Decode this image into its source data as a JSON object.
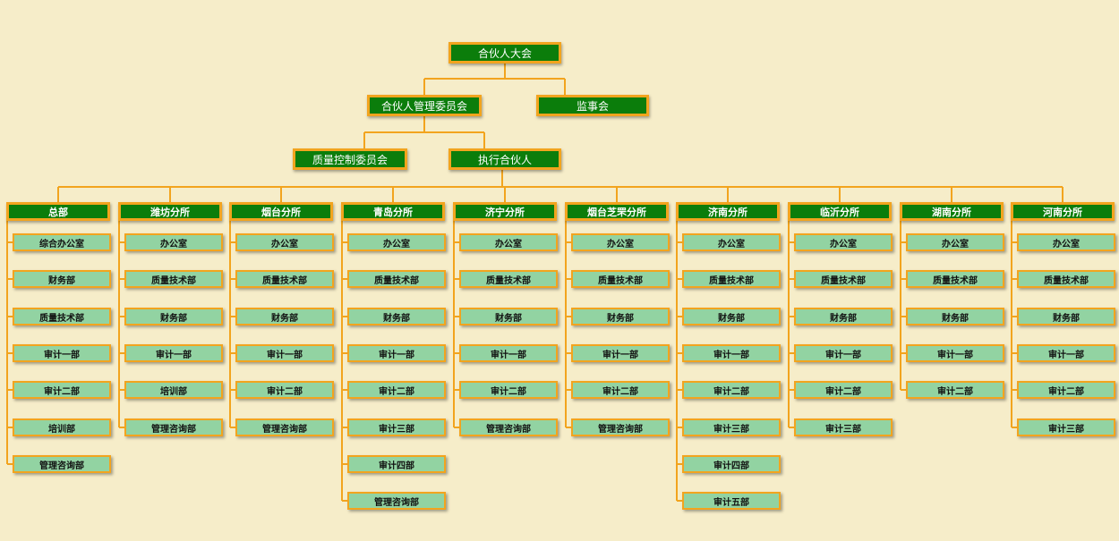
{
  "colors": {
    "background": "#f6edc9",
    "node_green": "#0b7d0b",
    "dept_green": "#92d3a2",
    "border_orange": "#f2a41e",
    "connector": "#f2a41e"
  },
  "top": {
    "assembly": "合伙人大会",
    "management": "合伙人管理委员会",
    "supervisory": "监事会",
    "quality": "质量控制委员会",
    "executive": "执行合伙人"
  },
  "branches": [
    {
      "name": "总部",
      "departments": [
        "综合办公室",
        "财务部",
        "质量技术部",
        "审计一部",
        "审计二部",
        "培训部",
        "管理咨询部"
      ]
    },
    {
      "name": "潍坊分所",
      "departments": [
        "办公室",
        "质量技术部",
        "财务部",
        "审计一部",
        "培训部",
        "管理咨询部"
      ]
    },
    {
      "name": "烟台分所",
      "departments": [
        "办公室",
        "质量技术部",
        "财务部",
        "审计一部",
        "审计二部",
        "管理咨询部"
      ]
    },
    {
      "name": "青岛分所",
      "departments": [
        "办公室",
        "质量技术部",
        "财务部",
        "审计一部",
        "审计二部",
        "审计三部",
        "审计四部",
        "管理咨询部"
      ]
    },
    {
      "name": "济宁分所",
      "departments": [
        "办公室",
        "质量技术部",
        "财务部",
        "审计一部",
        "审计二部",
        "管理咨询部"
      ]
    },
    {
      "name": "烟台芝罘分所",
      "departments": [
        "办公室",
        "质量技术部",
        "财务部",
        "审计一部",
        "审计二部",
        "管理咨询部"
      ]
    },
    {
      "name": "济南分所",
      "departments": [
        "办公室",
        "质量技术部",
        "财务部",
        "审计一部",
        "审计二部",
        "审计三部",
        "审计四部",
        "审计五部"
      ]
    },
    {
      "name": "临沂分所",
      "departments": [
        "办公室",
        "质量技术部",
        "财务部",
        "审计一部",
        "审计二部",
        "审计三部"
      ]
    },
    {
      "name": "湖南分所",
      "departments": [
        "办公室",
        "质量技术部",
        "财务部",
        "审计一部",
        "审计二部"
      ]
    },
    {
      "name": "河南分所",
      "departments": [
        "办公室",
        "质量技术部",
        "财务部",
        "审计一部",
        "审计二部",
        "审计三部"
      ]
    }
  ]
}
